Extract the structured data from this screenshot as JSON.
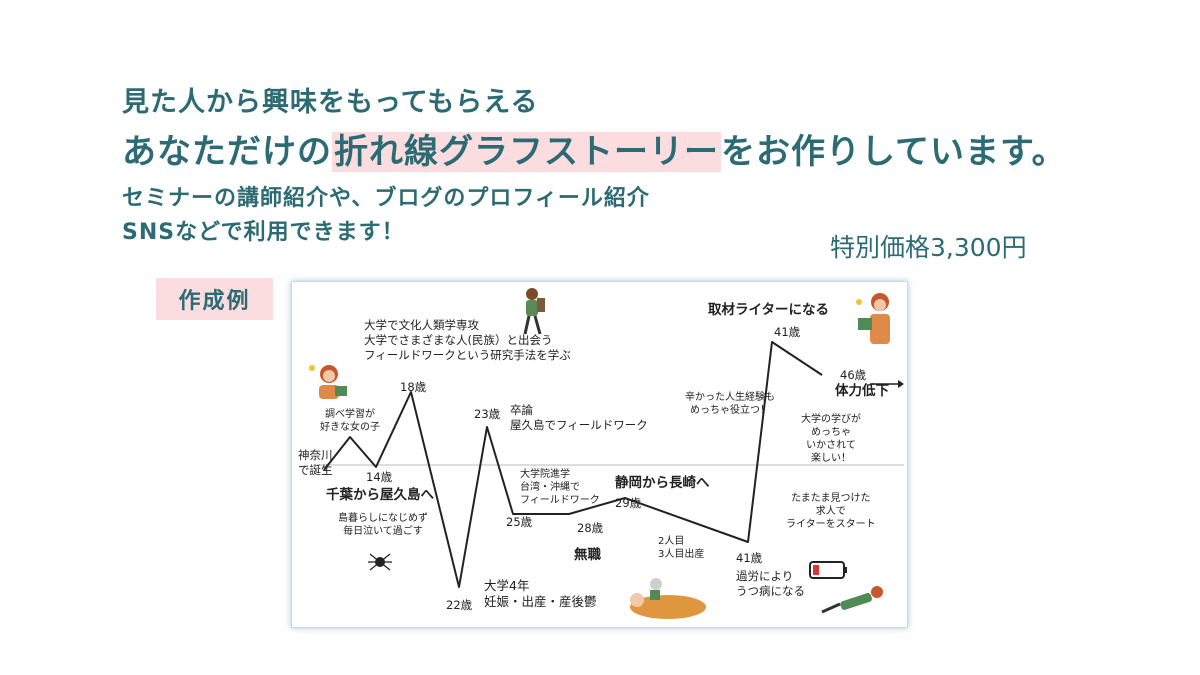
{
  "headline": {
    "line1": "見た人から興味をもってもらえる",
    "line2_before": "あなただけの",
    "line2_highlight": "折れ線グラフストーリー",
    "line2_after": "をお作りしています。"
  },
  "subtitle": {
    "line1": "セミナーの講師紹介や、ブログのプロフィール紹介",
    "line2": "SNSなどで利用できます！"
  },
  "price": "特別価格3,300円",
  "example_label": "作成例",
  "colors": {
    "brand": "#2c6b73",
    "highlight": "#fbdde0",
    "line": "#222222"
  },
  "story": {
    "birth": "神奈川\nで誕生",
    "child": "調べ学習が\n好きな女の子",
    "age14": "14歳",
    "move": "千葉から屋久島へ",
    "island": "島暮らしになじめず\n毎日泣いて過ごす",
    "age18": "18歳",
    "univ": "大学で文化人類学専攻\n大学でさまざまな人(民族）と出会う\nフィールドワークという研究手法を学ぶ",
    "age22": "22歳",
    "univ4": "大学4年\n妊娠・出産・産後鬱",
    "age23": "23歳",
    "thesis": "卒論\n屋久島でフィールドワーク",
    "grad": "大学院進学\n台湾・沖縄で\nフィールドワーク",
    "age25": "25歳",
    "age28": "28歳",
    "jobless": "無職",
    "move2": "静岡から長崎へ",
    "age29": "29歳",
    "kids": "2人目\n3人目出産",
    "age41a": "41歳",
    "depress": "過労により\nうつ病になる",
    "found": "たまたま見つけた\n求人で\nライターをスタート",
    "hard": "辛かった人生経験も\nめっちゃ役立つ！",
    "writer": "取材ライターになる",
    "age41b": "41歳",
    "fun": "大学の学びが\nめっちゃ\nいかされて\n楽しい！",
    "age46": "46歳",
    "decline": "体力低下"
  }
}
